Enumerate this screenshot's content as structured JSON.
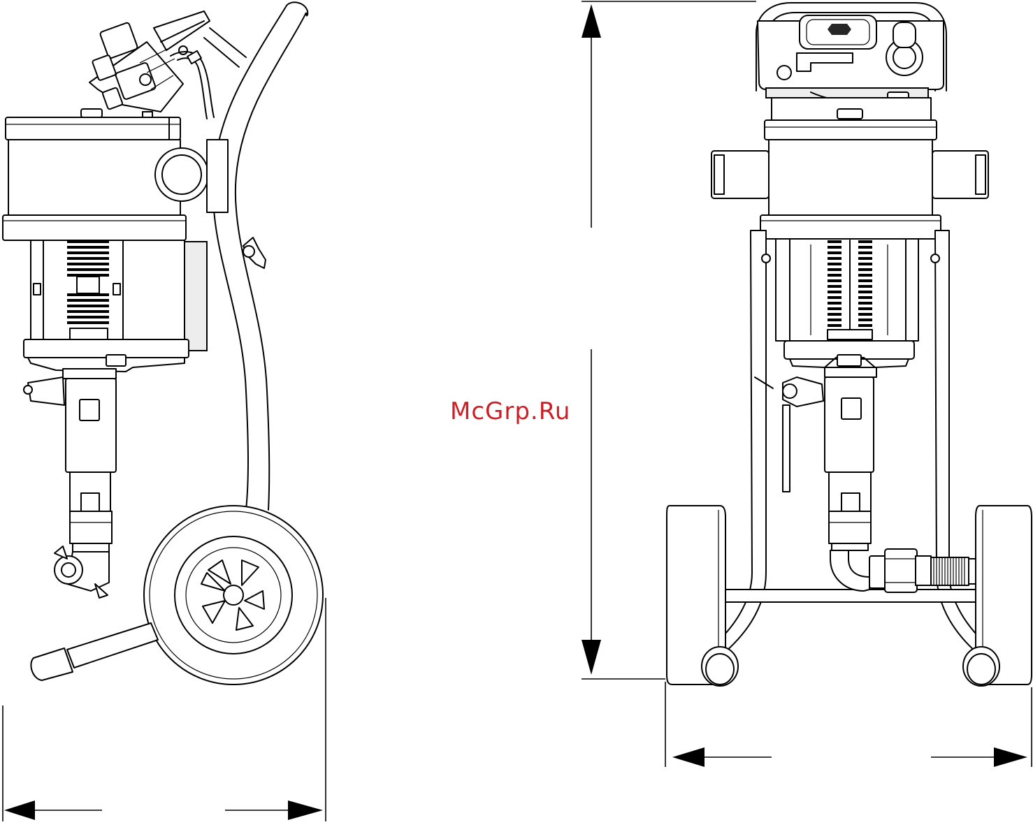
{
  "watermark": {
    "text": "McGrp.Ru",
    "color": "#cc1f25"
  },
  "colors": {
    "line": "#000000",
    "background": "#ffffff",
    "shade": "#ededed"
  },
  "views": [
    {
      "id": "side-view",
      "dimension_arrows": [
        "width"
      ]
    },
    {
      "id": "front-view",
      "dimension_arrows": [
        "height",
        "width"
      ]
    }
  ]
}
